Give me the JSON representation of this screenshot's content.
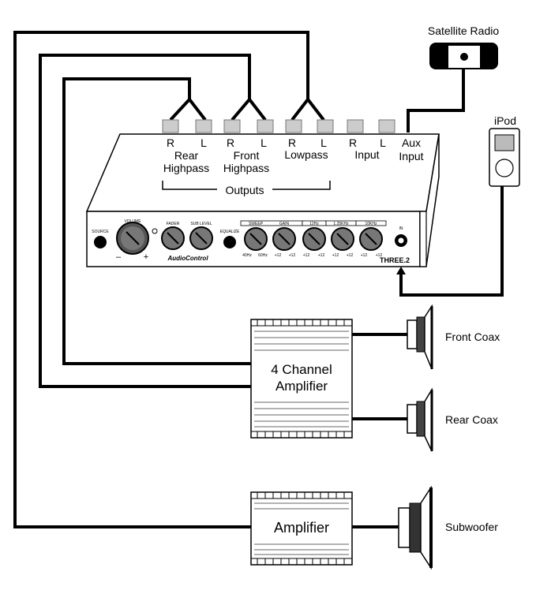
{
  "devices": {
    "satellite_radio": "Satellite Radio",
    "ipod": "iPod",
    "front_coax": "Front Coax",
    "rear_coax": "Rear Coax",
    "subwoofer": "Subwoofer",
    "amp4_line1": "4 Channel",
    "amp4_line2": "Amplifier",
    "amp_mono": "Amplifier"
  },
  "processor": {
    "ports": {
      "rear_r": "R",
      "rear_l": "L",
      "rear_name1": "Rear",
      "rear_name2": "Highpass",
      "front_r": "R",
      "front_l": "L",
      "front_name1": "Front",
      "front_name2": "Highpass",
      "low_r": "R",
      "low_l": "L",
      "low_name": "Lowpass",
      "input_r": "R",
      "input_l": "L",
      "input_name": "Input",
      "aux1": "Aux",
      "aux2": "Input"
    },
    "outputs_label": "Outputs",
    "panel": {
      "source": "SOURCE",
      "volume": "VOLUME",
      "minus": "–",
      "plus": "+",
      "fader": "FADER",
      "sub_level": "SUB LEVEL",
      "equalize": "EQUALIZE",
      "sweep": "SWEEP",
      "gain": "GAIN",
      "hz12": "12Hz",
      "khz125": "1.25KHz",
      "khz10": "10KHz",
      "in": "IN",
      "scale_40hz": "40Hz",
      "scale_60hz": "60Hz",
      "scale_e12": "+12",
      "brand": "AudioControl",
      "model": "THREE.2"
    }
  }
}
